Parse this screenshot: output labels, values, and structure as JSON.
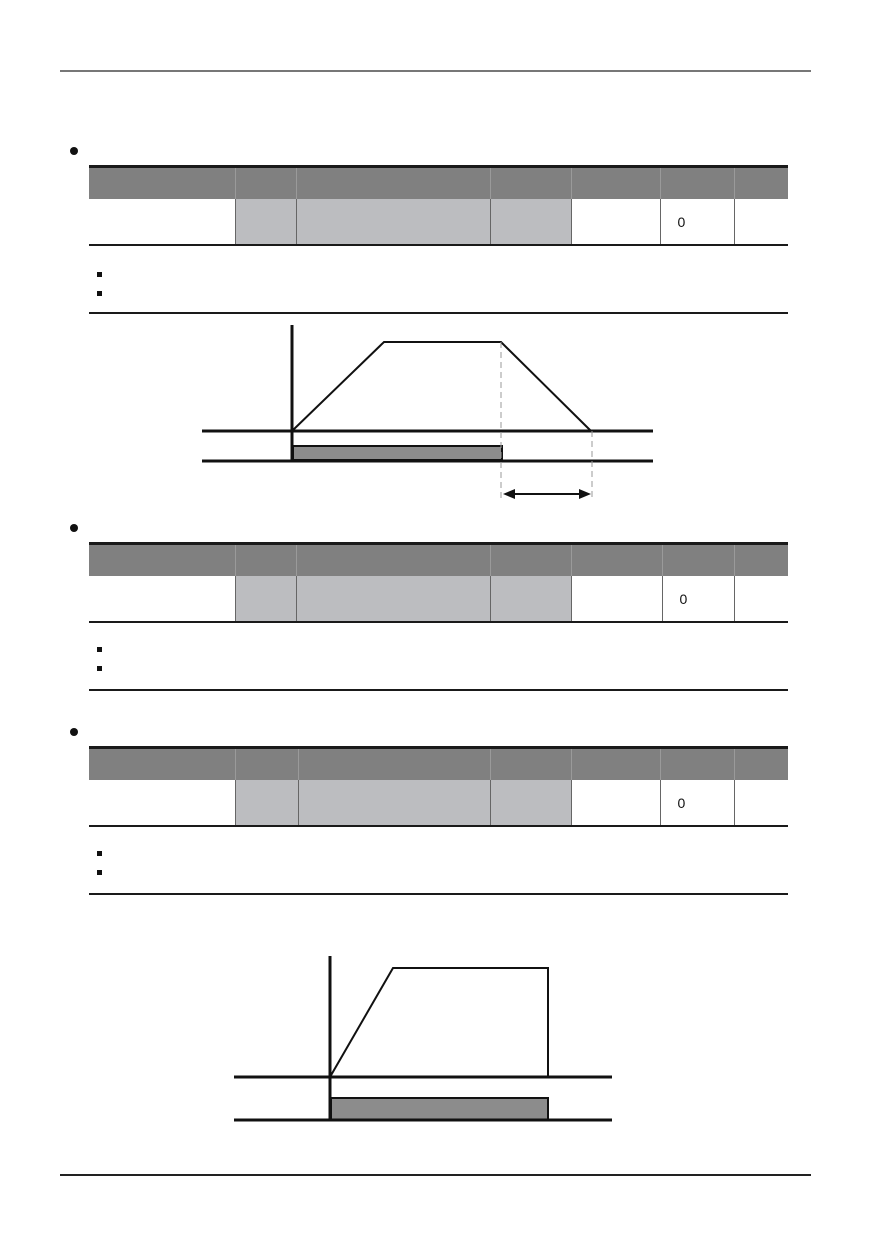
{
  "page": {
    "header_rule": "",
    "footer_rule": ""
  },
  "sections": [
    {
      "default_value": "0"
    },
    {
      "default_value": "0"
    },
    {
      "default_value": "0"
    }
  ],
  "colors": {
    "header_fill": "#808080",
    "shaded_cell": "#bcbdc0",
    "signal_bar": "#8c8c8c",
    "line": "#111111"
  }
}
